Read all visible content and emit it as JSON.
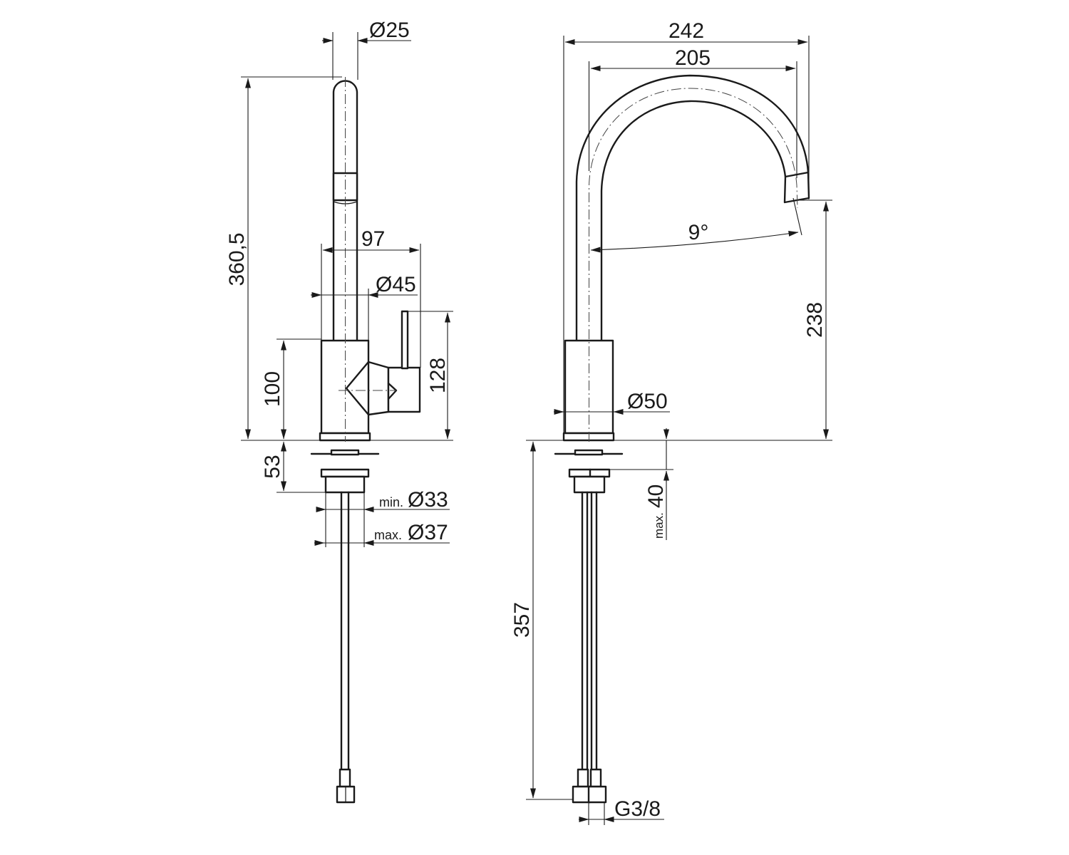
{
  "drawing": {
    "front_view": {
      "dimensions": {
        "spout_diameter": "Ø25",
        "overall_height": "360,5",
        "handle_reach": "97",
        "body_diameter": "Ø45",
        "body_height": "100",
        "handle_height": "128",
        "mount_thickness": "53",
        "hole_min_prefix": "min.",
        "hole_min": "Ø33",
        "hole_max_prefix": "max.",
        "hole_max": "Ø37"
      }
    },
    "side_view": {
      "dimensions": {
        "overall_reach": "242",
        "spout_reach": "205",
        "swivel_angle": "9°",
        "spout_clearance": "238",
        "base_diameter": "Ø50",
        "max_counter_prefix": "max.",
        "max_counter": "40",
        "hose_length": "357",
        "connection_thread": "G3/8"
      }
    }
  }
}
